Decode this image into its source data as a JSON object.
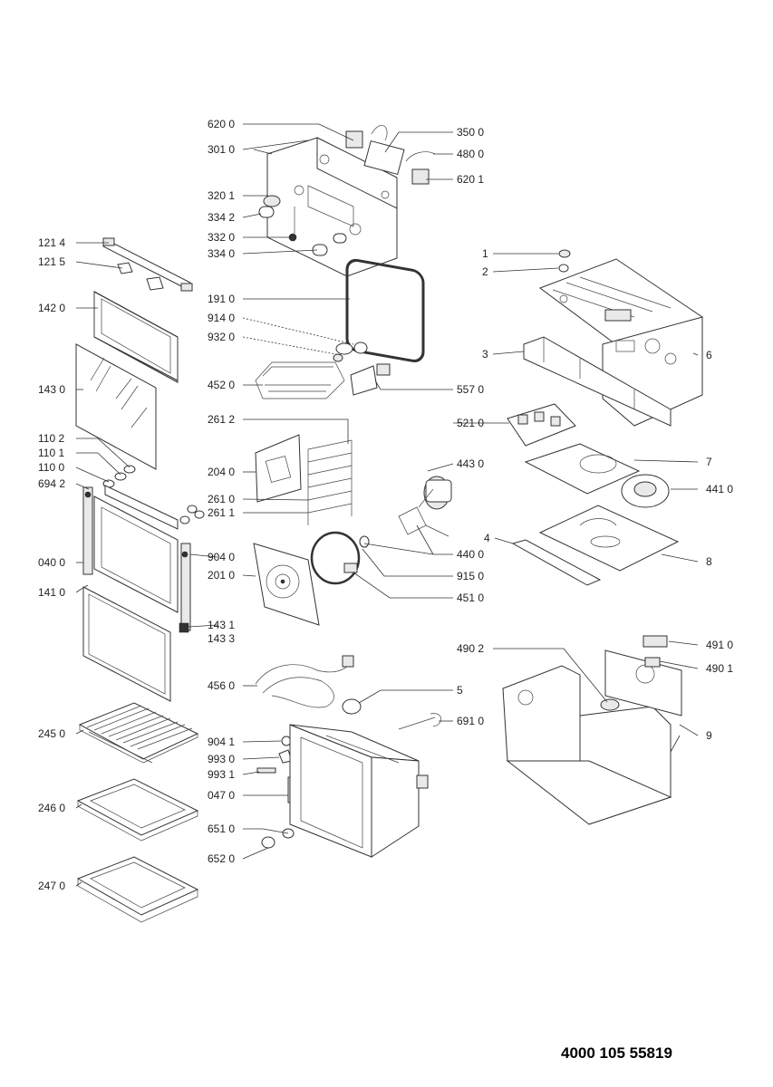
{
  "document_number": "4000 105 55819",
  "callouts": {
    "c6200": "620 0",
    "c3010": "301 0",
    "c3201": "320 1",
    "c3342": "334 2",
    "c3320": "332 0",
    "c3340": "334 0",
    "c3500": "350 0",
    "c4800": "480 0",
    "c6201": "620 1",
    "c1214": "121 4",
    "c1215": "121 5",
    "c1420": "142 0",
    "c1430": "143 0",
    "c1102": "110 2",
    "c1101": "110 1",
    "c1100": "110 0",
    "c6942": "694 2",
    "c0400": "040 0",
    "c1410": "141 0",
    "c1910": "191 0",
    "c9140": "914 0",
    "c9320": "932 0",
    "c4520": "452 0",
    "c5570": "557 0",
    "c2612": "261 2",
    "c2040": "204 0",
    "c2610": "261 0",
    "c2611": "261 1",
    "c9040": "904 0",
    "c2010": "201 0",
    "c1431": "143 1",
    "c1433": "143 3",
    "c4560": "456 0",
    "c2450": "245 0",
    "c2460": "246 0",
    "c2470": "247 0",
    "c9041": "904 1",
    "c9930": "993 0",
    "c9931": "993 1",
    "c0470": "047 0",
    "c6510": "651 0",
    "c6520": "652 0",
    "c4430": "443 0",
    "c4400": "440 0",
    "c9150": "915 0",
    "c4510": "451 0",
    "c5210": "521 0",
    "c4410": "441 0",
    "c4902": "490 2",
    "c4910": "491 0",
    "c4901": "490 1",
    "c6910": "691 0",
    "n1": "1",
    "n2": "2",
    "n3": "3",
    "n4": "4",
    "n5": "5",
    "n6": "6",
    "n7": "7",
    "n8": "8",
    "n9": "9"
  }
}
